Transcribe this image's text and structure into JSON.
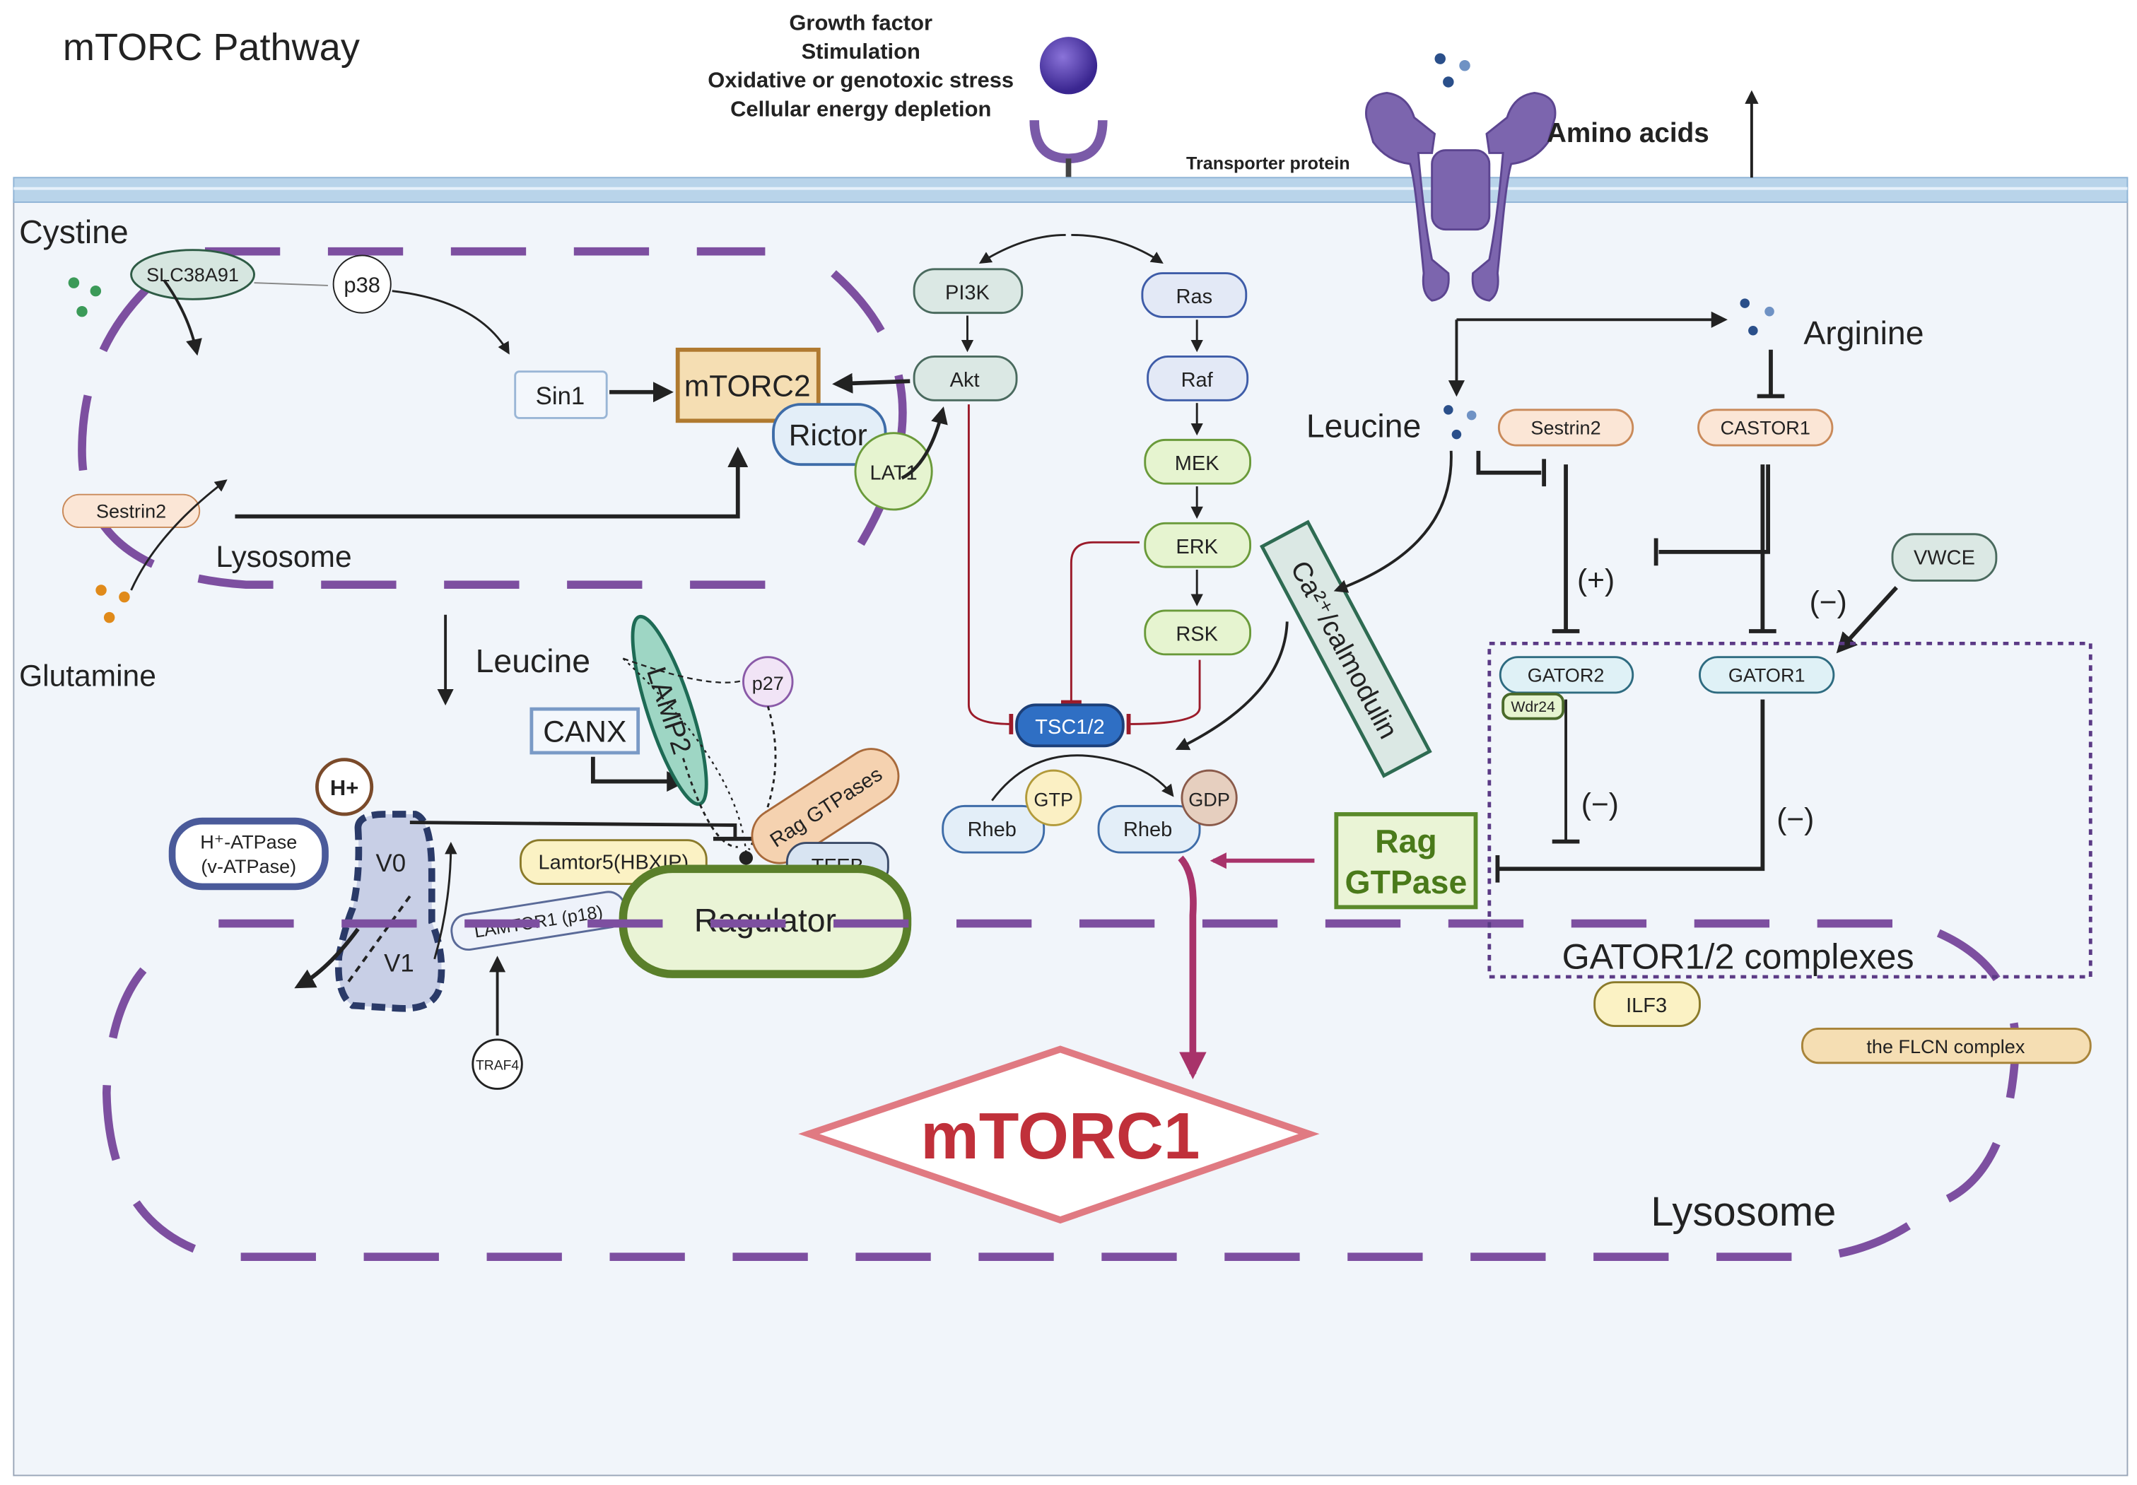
{
  "title": "mTORC Pathway",
  "stimuli": [
    "Growth factor",
    "Stimulation",
    "Oxidative or genotoxic stress",
    "Cellular energy depletion"
  ],
  "membrane": {
    "transporter_label": "Transporter protein",
    "amino_acids_label": "Amino acids"
  },
  "left_panel": {
    "cystine": "Cystine",
    "glutamine": "Glutamine",
    "slc": "SLC38A91",
    "p38": "p38",
    "sin1": "Sin1",
    "mtorc2": "mTORC2",
    "rictor": "Rictor",
    "lat1": "LAT1",
    "sestrin2": "Sestrin2",
    "lysosome": "Lysosome"
  },
  "center": {
    "pi3k": "PI3K",
    "akt": "Akt",
    "ras": "Ras",
    "raf": "Raf",
    "mek": "MEK",
    "erk": "ERK",
    "rsk": "RSK",
    "tsc": "TSC1/2",
    "rheb_gtp": "Rheb",
    "gtp": "GTP",
    "rheb_gdp": "Rheb",
    "gdp": "GDP",
    "calmodulin": "Ca²⁺/calmodulin"
  },
  "lower_left": {
    "leucine": "Leucine",
    "canx": "CANX",
    "lamp2": "LAMP2",
    "p27": "p27",
    "hplus": "H+",
    "atpase_line1": "H⁺-ATPase",
    "atpase_line2": "(v-ATPase)",
    "v0": "V0",
    "v1": "V1",
    "lamtor1": "LAMTOR1 (p18)",
    "traf4": "TRAF4",
    "lamtor5": "Lamtor5(HBXIP)",
    "rag_gtpases": "Rag GTPases",
    "tfeb": "TFEB",
    "ragulator": "Ragulator"
  },
  "right_panel": {
    "arginine": "Arginine",
    "leucine": "Leucine",
    "sestrin2": "Sestrin2",
    "castor1": "CASTOR1",
    "vwce": "VWCE",
    "plus": "(+)",
    "minus_a": "(−)",
    "minus_b": "(−)",
    "minus_c": "(−)",
    "gator2": "GATOR2",
    "wdr24": "Wdr24",
    "gator1": "GATOR1",
    "rag_gtpase_line1": "Rag",
    "rag_gtpase_line2": "GTPase",
    "complexes": "GATOR1/2 complexes",
    "ilf3": "ILF3",
    "flcn": "the FLCN complex",
    "lysosome": "Lysosome"
  },
  "mtorc1": "mTORC1",
  "colors": {
    "membrane": "#b9d4ea",
    "cell": "#f1f5fa",
    "lysosome_dash": "#7d4fa0",
    "inhibit_red": "#9b1b2a",
    "mtorc1_text": "#c0303a",
    "mtorc1_outline": "#e07a82",
    "ragulator_green": "#5a7f2a",
    "mtor_arrow": "#a8336a",
    "gator_dots": "#5b3a85"
  }
}
